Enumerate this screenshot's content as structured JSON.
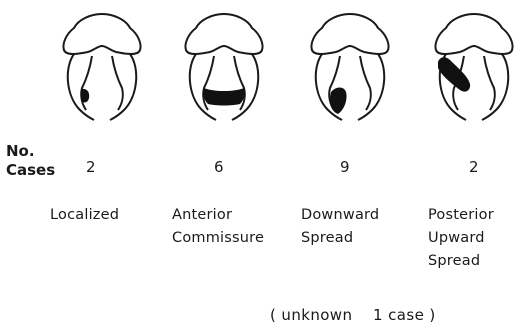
{
  "row_label": "No.\nCases",
  "groups": [
    {
      "count": "2",
      "category": "Localized",
      "lesion": "localized"
    },
    {
      "count": "6",
      "category": "Anterior\nCommissure",
      "lesion": "anterior-commissure"
    },
    {
      "count": "9",
      "category": "Downward\nSpread",
      "lesion": "downward"
    },
    {
      "count": "2",
      "category": "Posterior\nUpward\nSpread",
      "lesion": "posterior-upward"
    }
  ],
  "footnote": "( unknown    1 case )",
  "colors": {
    "line": "#1a1a1a",
    "lesion": "#111111",
    "background": "#ffffff"
  }
}
